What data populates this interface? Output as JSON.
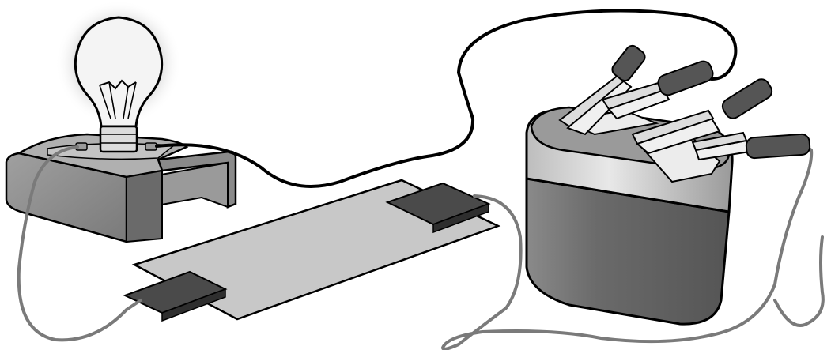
{
  "scene": {
    "components": [
      {
        "id": "bulb",
        "icon": "light-bulb-icon",
        "state": "lit"
      },
      {
        "id": "bulb-stand",
        "icon": "socket-stand-icon"
      },
      {
        "id": "test-strip",
        "icon": "material-sample-icon"
      },
      {
        "id": "battery",
        "icon": "lantern-battery-icon"
      },
      {
        "id": "clips",
        "icon": "alligator-clip-icon",
        "count": 4
      }
    ],
    "wires": [
      {
        "id": "wire-bulb-to-battery",
        "color": "#000000"
      },
      {
        "id": "wire-bulb-to-strip-left",
        "color": "#7a7a7a"
      },
      {
        "id": "wire-strip-right-to-battery",
        "color": "#7a7a7a"
      },
      {
        "id": "wire-battery-clip-loop",
        "color": "#7a7a7a"
      }
    ],
    "colors": {
      "background": "#ffffff",
      "stand": "#8c8c8c",
      "strip": "#c8c8c8",
      "pad": "#4a4a4a",
      "battery_top": "#e0e0e0",
      "battery_body": "#6e6e6e",
      "glow": "#d9d9d9"
    }
  }
}
